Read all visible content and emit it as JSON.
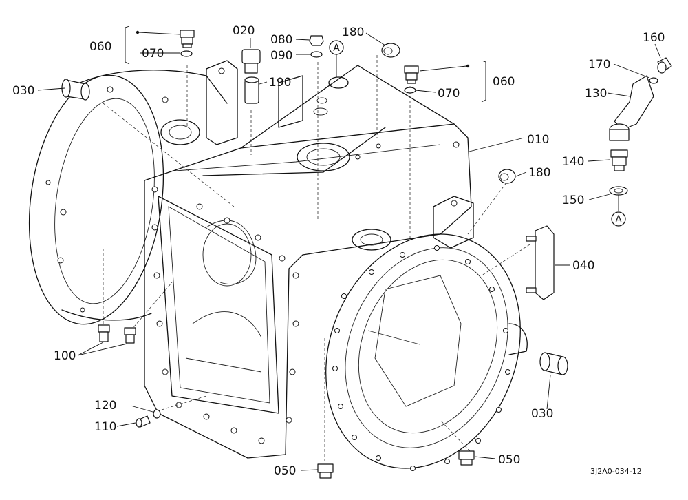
{
  "labels": {
    "p010": "010",
    "p020": "020",
    "p030_left": "030",
    "p030_right": "030",
    "p040": "040",
    "p050_left": "050",
    "p050_right": "050",
    "p060_left": "060",
    "p060_right": "060",
    "p070_left": "070",
    "p070_right": "070",
    "p080": "080",
    "p090": "090",
    "p100": "100",
    "p110": "110",
    "p120": "120",
    "p130": "130",
    "p140": "140",
    "p150": "150",
    "p160": "160",
    "p170": "170",
    "p180_top": "180",
    "p180_right": "180",
    "p190": "190",
    "refA_top": "A",
    "refA_right": "A"
  },
  "drawing_code": "3J2A0-034-12"
}
